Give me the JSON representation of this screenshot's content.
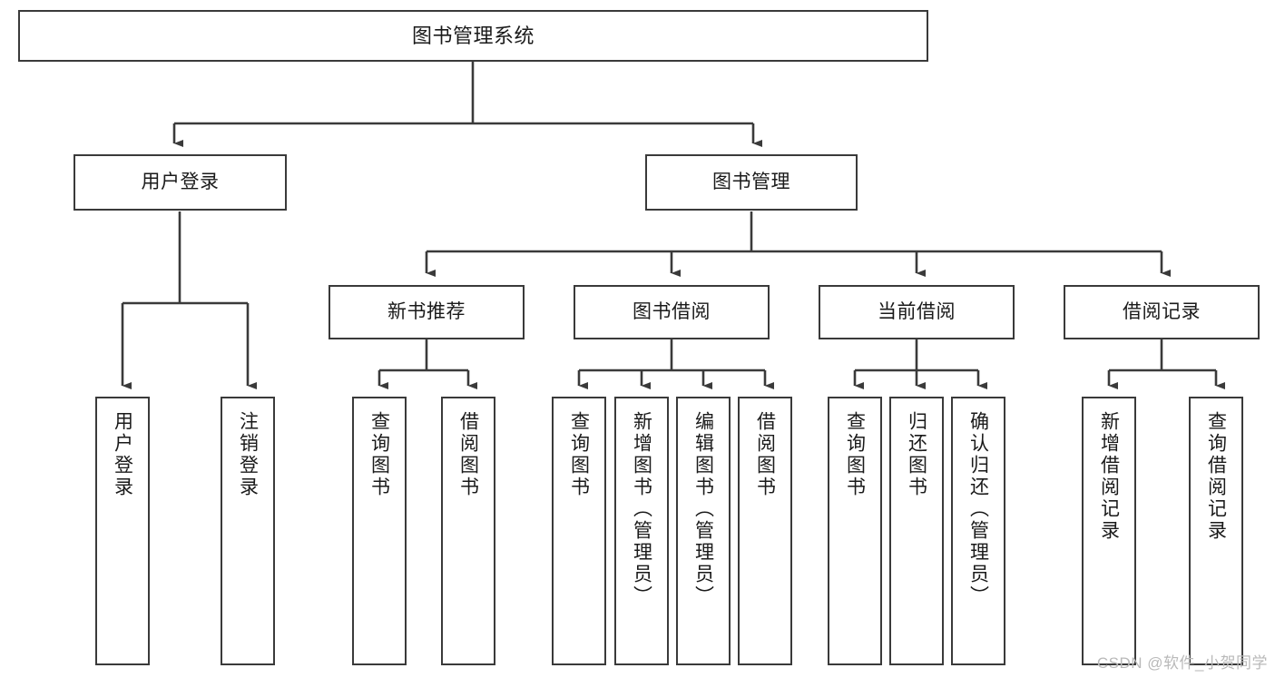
{
  "diagram": {
    "title": "图书管理系统",
    "watermark": "CSDN @软件_小贺同学",
    "type": "tree-hierarchy",
    "levels": 4
  },
  "nodes": {
    "root": {
      "label": "图书管理系统"
    },
    "level2": [
      {
        "id": "user-login",
        "label": "用户登录"
      },
      {
        "id": "book-manage",
        "label": "图书管理"
      }
    ],
    "level3": [
      {
        "id": "new-book-rec",
        "label": "新书推荐"
      },
      {
        "id": "book-borrow",
        "label": "图书借阅"
      },
      {
        "id": "current-borrow",
        "label": "当前借阅"
      },
      {
        "id": "borrow-record",
        "label": "借阅记录"
      }
    ],
    "leaves": {
      "user_login": [
        {
          "id": "leaf-user-login",
          "label": "用户登录"
        },
        {
          "id": "leaf-logout",
          "label": "注销登录"
        }
      ],
      "new_book_rec": [
        {
          "id": "leaf-query-book-1",
          "label": "查询图书"
        },
        {
          "id": "leaf-borrow-book-1",
          "label": "借阅图书"
        }
      ],
      "book_borrow": [
        {
          "id": "leaf-query-book-2",
          "label": "查询图书"
        },
        {
          "id": "leaf-add-book",
          "label": "新增图书（管理员）"
        },
        {
          "id": "leaf-edit-book",
          "label": "编辑图书（管理员）"
        },
        {
          "id": "leaf-borrow-book-2",
          "label": "借阅图书"
        }
      ],
      "current_borrow": [
        {
          "id": "leaf-query-book-3",
          "label": "查询图书"
        },
        {
          "id": "leaf-return-book",
          "label": "归还图书"
        },
        {
          "id": "leaf-confirm-return",
          "label": "确认归还（管理员）"
        }
      ],
      "borrow_record": [
        {
          "id": "leaf-add-record",
          "label": "新增借阅记录"
        },
        {
          "id": "leaf-query-record",
          "label": "查询借阅记录"
        }
      ]
    }
  },
  "colors": {
    "background": "#ffffff",
    "node_fill": "#ffffff",
    "node_border": "#3a3a3a",
    "edge": "#3a3a3a",
    "text": "#1a1a1a",
    "watermark": "#b9b9b9"
  }
}
